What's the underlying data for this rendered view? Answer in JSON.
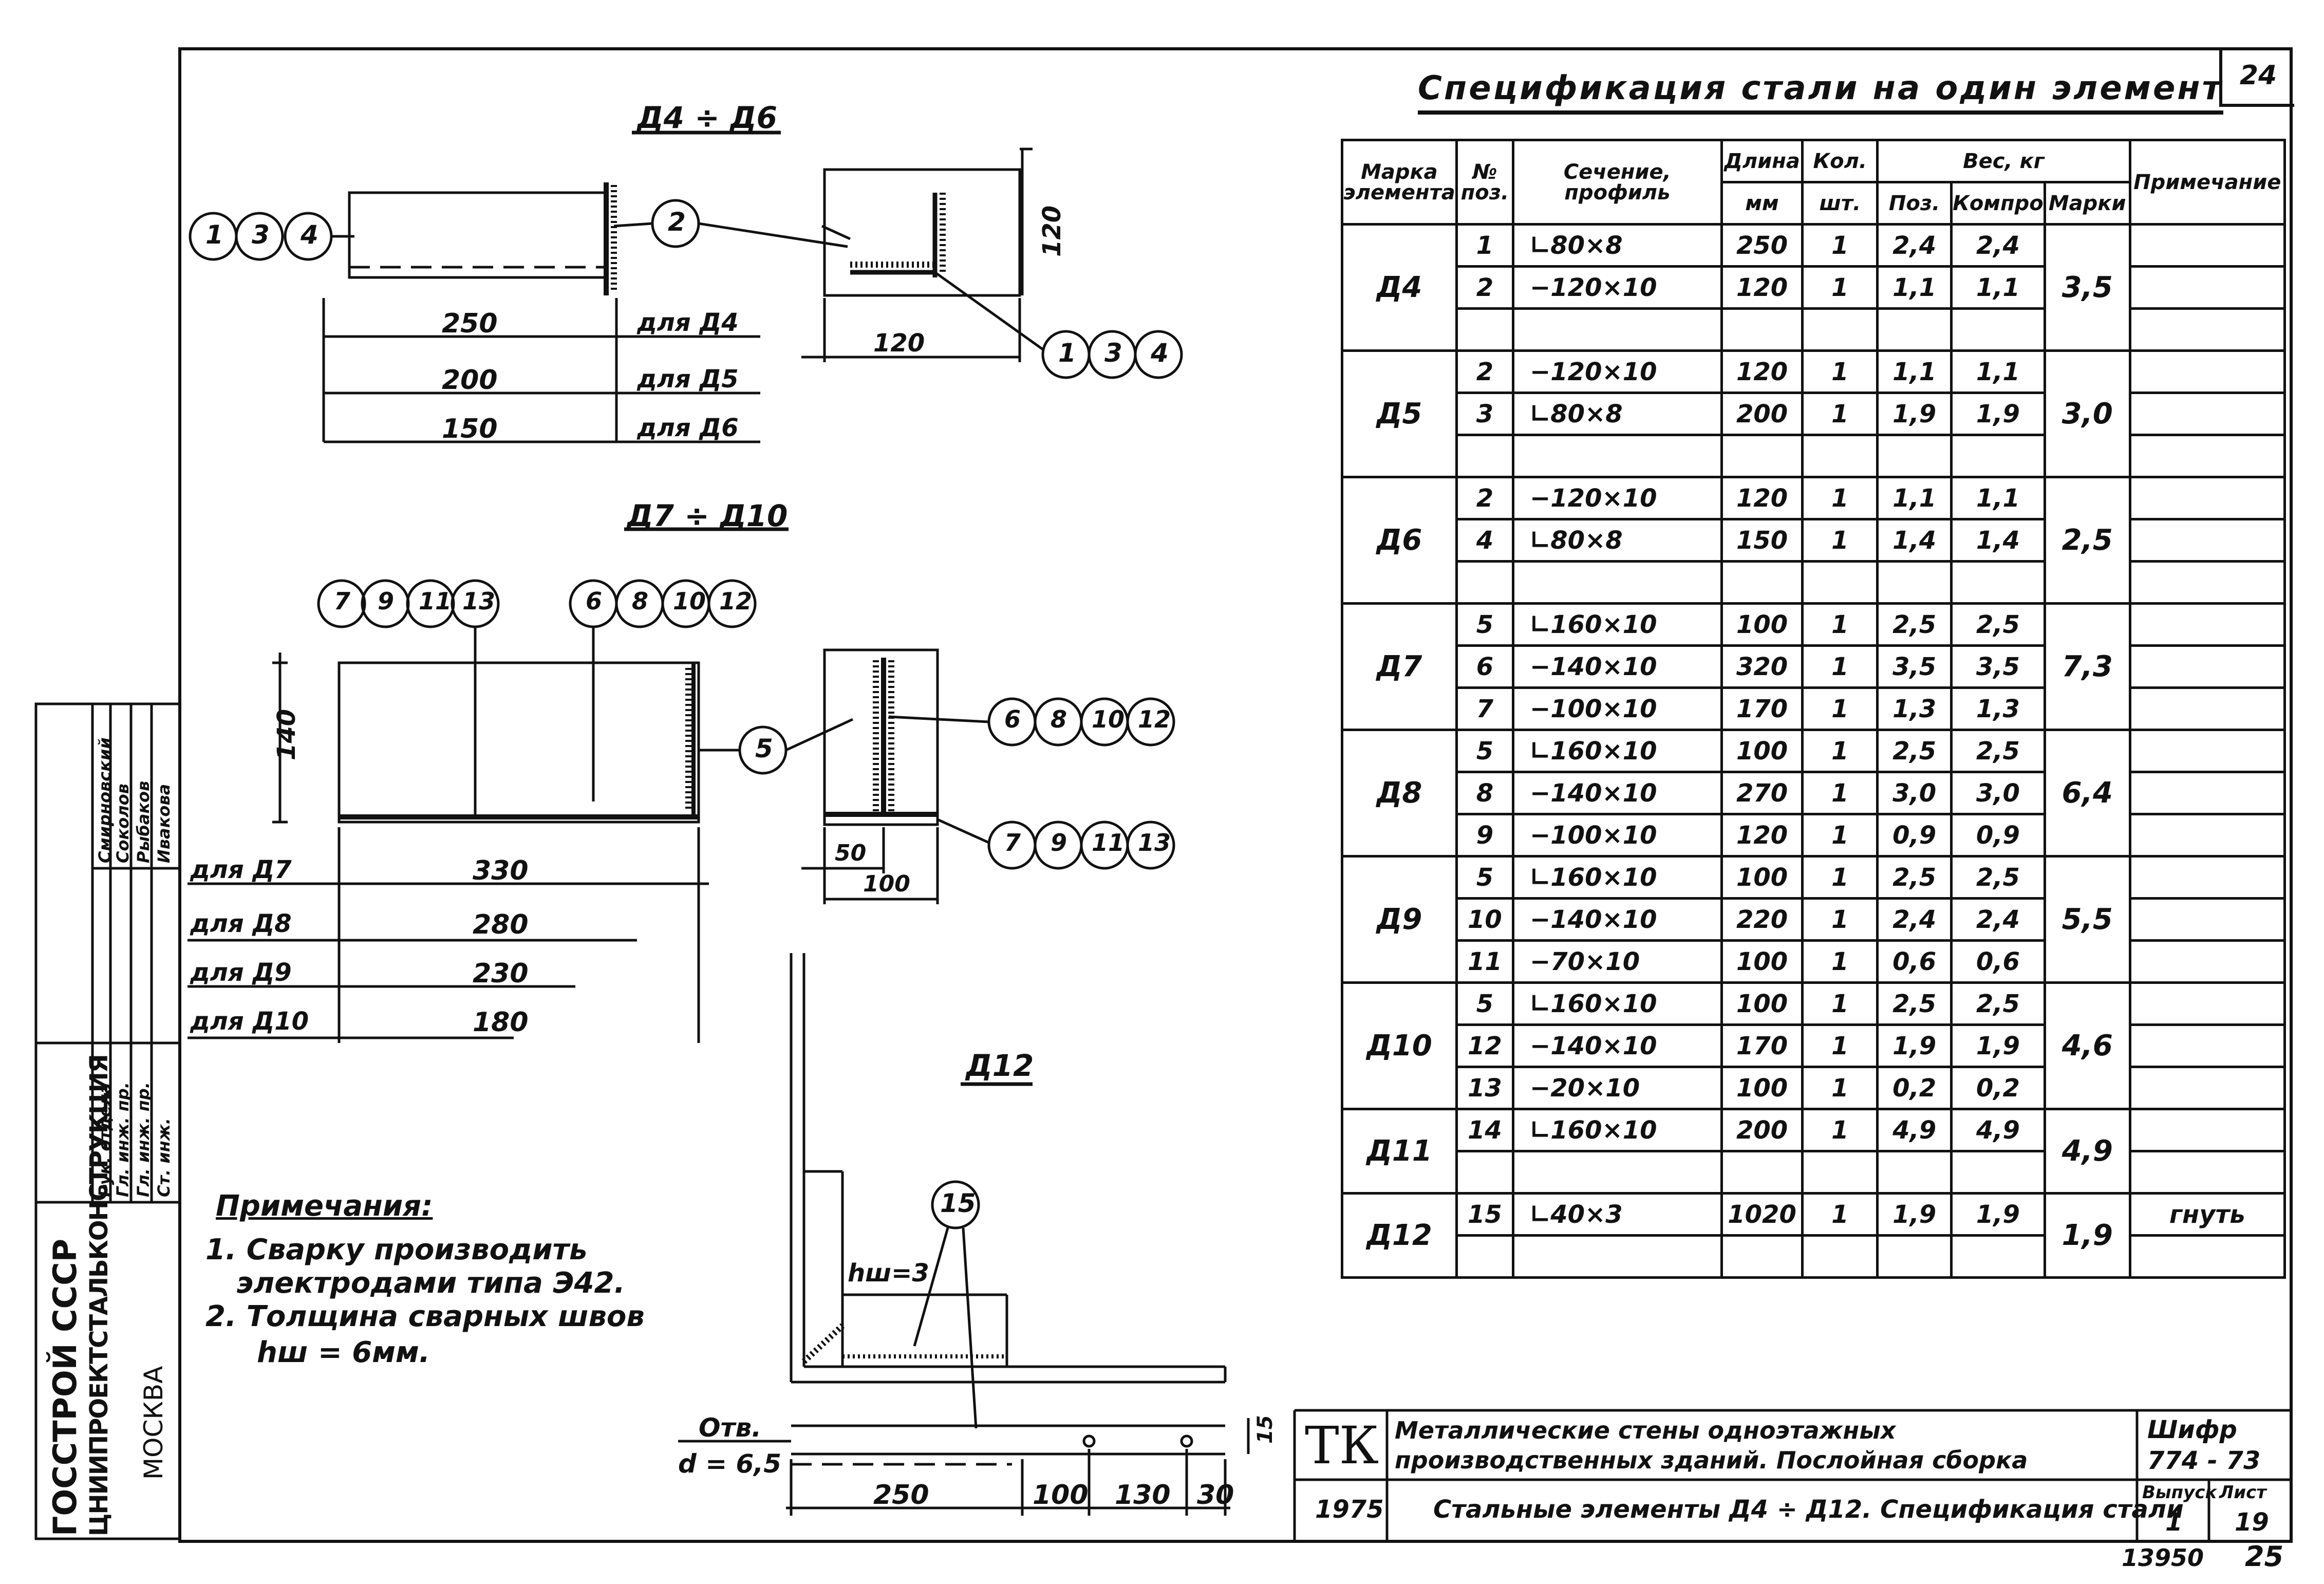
{
  "page": {
    "sheet_number_top": "24",
    "bottom_numbers": [
      "13950",
      "25"
    ]
  },
  "spec": {
    "title": "Спецификация стали на один элемент",
    "headers": {
      "mark": "Марка элемента",
      "pos": "№ поз.",
      "section": "Сечение, профиль",
      "length": "Длина",
      "length_unit": "мм",
      "qty": "Кол.",
      "qty_unit": "шт.",
      "weight": "Вес, кг",
      "weight_pos": "Поз.",
      "weight_total": "Компро",
      "weight_mark": "Марки",
      "note": "Примечание"
    },
    "groups": [
      {
        "mark": "Д4",
        "total": "3,5",
        "rows": [
          {
            "pos": "1",
            "section": "∟80×8",
            "length": "250",
            "qty": "1",
            "w_pos": "2,4",
            "w_tot": "2,4",
            "note": ""
          },
          {
            "pos": "2",
            "section": "−120×10",
            "length": "120",
            "qty": "1",
            "w_pos": "1,1",
            "w_tot": "1,1",
            "note": ""
          },
          {
            "pos": "",
            "section": "",
            "length": "",
            "qty": "",
            "w_pos": "",
            "w_tot": "",
            "note": ""
          }
        ]
      },
      {
        "mark": "Д5",
        "total": "3,0",
        "rows": [
          {
            "pos": "2",
            "section": "−120×10",
            "length": "120",
            "qty": "1",
            "w_pos": "1,1",
            "w_tot": "1,1",
            "note": ""
          },
          {
            "pos": "3",
            "section": "∟80×8",
            "length": "200",
            "qty": "1",
            "w_pos": "1,9",
            "w_tot": "1,9",
            "note": ""
          },
          {
            "pos": "",
            "section": "",
            "length": "",
            "qty": "",
            "w_pos": "",
            "w_tot": "",
            "note": ""
          }
        ]
      },
      {
        "mark": "Д6",
        "total": "2,5",
        "rows": [
          {
            "pos": "2",
            "section": "−120×10",
            "length": "120",
            "qty": "1",
            "w_pos": "1,1",
            "w_tot": "1,1",
            "note": ""
          },
          {
            "pos": "4",
            "section": "∟80×8",
            "length": "150",
            "qty": "1",
            "w_pos": "1,4",
            "w_tot": "1,4",
            "note": ""
          },
          {
            "pos": "",
            "section": "",
            "length": "",
            "qty": "",
            "w_pos": "",
            "w_tot": "",
            "note": ""
          }
        ]
      },
      {
        "mark": "Д7",
        "total": "7,3",
        "rows": [
          {
            "pos": "5",
            "section": "∟160×10",
            "length": "100",
            "qty": "1",
            "w_pos": "2,5",
            "w_tot": "2,5",
            "note": ""
          },
          {
            "pos": "6",
            "section": "−140×10",
            "length": "320",
            "qty": "1",
            "w_pos": "3,5",
            "w_tot": "3,5",
            "note": ""
          },
          {
            "pos": "7",
            "section": "−100×10",
            "length": "170",
            "qty": "1",
            "w_pos": "1,3",
            "w_tot": "1,3",
            "note": ""
          }
        ]
      },
      {
        "mark": "Д8",
        "total": "6,4",
        "rows": [
          {
            "pos": "5",
            "section": "∟160×10",
            "length": "100",
            "qty": "1",
            "w_pos": "2,5",
            "w_tot": "2,5",
            "note": ""
          },
          {
            "pos": "8",
            "section": "−140×10",
            "length": "270",
            "qty": "1",
            "w_pos": "3,0",
            "w_tot": "3,0",
            "note": ""
          },
          {
            "pos": "9",
            "section": "−100×10",
            "length": "120",
            "qty": "1",
            "w_pos": "0,9",
            "w_tot": "0,9",
            "note": ""
          }
        ]
      },
      {
        "mark": "Д9",
        "total": "5,5",
        "rows": [
          {
            "pos": "5",
            "section": "∟160×10",
            "length": "100",
            "qty": "1",
            "w_pos": "2,5",
            "w_tot": "2,5",
            "note": ""
          },
          {
            "pos": "10",
            "section": "−140×10",
            "length": "220",
            "qty": "1",
            "w_pos": "2,4",
            "w_tot": "2,4",
            "note": ""
          },
          {
            "pos": "11",
            "section": "−70×10",
            "length": "100",
            "qty": "1",
            "w_pos": "0,6",
            "w_tot": "0,6",
            "note": ""
          }
        ]
      },
      {
        "mark": "Д10",
        "total": "4,6",
        "rows": [
          {
            "pos": "5",
            "section": "∟160×10",
            "length": "100",
            "qty": "1",
            "w_pos": "2,5",
            "w_tot": "2,5",
            "note": ""
          },
          {
            "pos": "12",
            "section": "−140×10",
            "length": "170",
            "qty": "1",
            "w_pos": "1,9",
            "w_tot": "1,9",
            "note": ""
          },
          {
            "pos": "13",
            "section": "−20×10",
            "length": "100",
            "qty": "1",
            "w_pos": "0,2",
            "w_tot": "0,2",
            "note": ""
          }
        ]
      },
      {
        "mark": "Д11",
        "total": "4,9",
        "rows": [
          {
            "pos": "14",
            "section": "∟160×10",
            "length": "200",
            "qty": "1",
            "w_pos": "4,9",
            "w_tot": "4,9",
            "note": ""
          },
          {
            "pos": "",
            "section": "",
            "length": "",
            "qty": "",
            "w_pos": "",
            "w_tot": "",
            "note": ""
          }
        ]
      },
      {
        "mark": "Д12",
        "total": "1,9",
        "rows": [
          {
            "pos": "15",
            "section": "∟40×3",
            "length": "1020",
            "qty": "1",
            "w_pos": "1,9",
            "w_tot": "1,9",
            "note": "гнуть"
          },
          {
            "pos": "",
            "section": "",
            "length": "",
            "qty": "",
            "w_pos": "",
            "w_tot": "",
            "note": ""
          }
        ]
      }
    ]
  },
  "drawings": {
    "d4_d6": {
      "title": "Д4 ÷ Д6",
      "callout_left": [
        "1",
        "3",
        "4"
      ],
      "callout_mid": "2",
      "callout_right": [
        "1",
        "3",
        "4"
      ],
      "dims": [
        "250",
        "200",
        "150"
      ],
      "dim_for": [
        "для Д4",
        "для Д5",
        "для Д6"
      ],
      "side_w": "120",
      "side_h": "120"
    },
    "d7_d10": {
      "title": "Д7 ÷ Д10",
      "callout_top_left": [
        "7",
        "9",
        "11",
        "13"
      ],
      "callout_top_right": [
        "6",
        "8",
        "10",
        "12"
      ],
      "callout_mid": "5",
      "callout_right_upper": [
        "6",
        "8",
        "10",
        "12"
      ],
      "callout_right_lower": [
        "7",
        "9",
        "11",
        "13"
      ],
      "height": "140",
      "dims": [
        "330",
        "280",
        "230",
        "180"
      ],
      "dim_for": [
        "для Д7",
        "для Д8",
        "для Д9",
        "для Д10"
      ],
      "side_w1": "50",
      "side_w2": "100"
    },
    "d12": {
      "title": "Д12",
      "callout": "15",
      "weld": "hш=3",
      "hole_label": "Отв.",
      "hole_d": "d = 6,5",
      "dims": [
        "250",
        "100",
        "130",
        "30"
      ],
      "edge": "15"
    }
  },
  "notes": {
    "title": "Примечания:",
    "items": [
      "1. Сварку производить",
      "электродами типа Э42.",
      "2. Толщина сварных швов",
      "hш = 6мм."
    ]
  },
  "stamp": {
    "org1": "ГОССТРОЙ СССР",
    "org2": "ЦНИИПРОЕКТСТАЛЬКОНСТРУКЦИЯ",
    "org3": "МОСКВА",
    "roles": [
      "Рук. отдела",
      "Гл. инж. пр.",
      "Гл. инж. пр.",
      "Ст. инж."
    ],
    "names": [
      "Смирновский",
      "Соколов",
      "Рыбаков",
      "Ивакова"
    ]
  },
  "title_block": {
    "logo": "ТК",
    "project": "Металлические стены одноэтажных производственных зданий. Послойная сборка",
    "sheet_title": "Стальные элементы Д4 ÷ Д12. Спецификация стали",
    "year": "1975",
    "code_label": "Шифр",
    "code": "774 - 73",
    "issue_label": "Выпуск",
    "issue": "1",
    "sheet_label": "Лист",
    "sheet": "19"
  }
}
